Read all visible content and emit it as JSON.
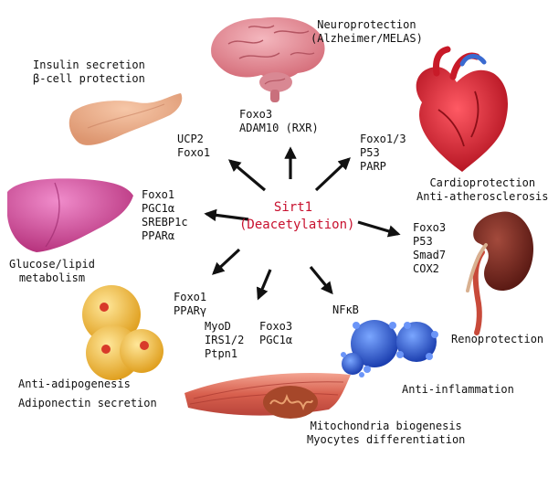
{
  "center": {
    "line1": "Sirt1",
    "line2": "(Deacetylation)"
  },
  "colors": {
    "center_text": "#c8102e",
    "arrow": "#111111"
  },
  "organs": {
    "brain": {
      "title_1": "Neuroprotection",
      "title_2": "(Alzheimer/MELAS)",
      "targets": [
        "Foxo3",
        "ADAM10 (RXR)"
      ]
    },
    "pancreas": {
      "title_1": "Insulin secretion",
      "title_2": "β-cell protection",
      "targets": [
        "UCP2",
        "Foxo1"
      ]
    },
    "heart": {
      "title_1": "Cardioprotection",
      "title_2": "Anti-atherosclerosis",
      "targets": [
        "Foxo1/3",
        "P53",
        "PARP"
      ]
    },
    "liver": {
      "title_1": "Glucose/lipid",
      "title_2": "metabolism",
      "targets": [
        "Foxo1",
        "PGC1α",
        "SREBP1c",
        "PPARα"
      ]
    },
    "kidney": {
      "title_1": "Renoprotection",
      "targets": [
        "Foxo3",
        "P53",
        "Smad7",
        "COX2"
      ]
    },
    "adipose": {
      "title_1": "Anti-adipogenesis",
      "title_2": "Adiponectin secretion",
      "targets": [
        "Foxo1",
        "PPARγ"
      ]
    },
    "muscle": {
      "title_1": "Mitochondria biogenesis",
      "title_2": "Myocytes differentiation",
      "targets_a": [
        "MyoD",
        "IRS1/2",
        "Ptpn1"
      ],
      "targets_b": [
        "Foxo3",
        "PGC1α"
      ]
    },
    "immune": {
      "title_1": "Anti-inflammation",
      "targets": [
        "NFκB"
      ]
    }
  },
  "icons": [
    "brain-icon",
    "pancreas-icon",
    "heart-icon",
    "liver-icon",
    "kidney-icon",
    "adipocyte-icon",
    "muscle-fiber-icon",
    "mitochondrion-icon",
    "immune-cell-icon"
  ]
}
